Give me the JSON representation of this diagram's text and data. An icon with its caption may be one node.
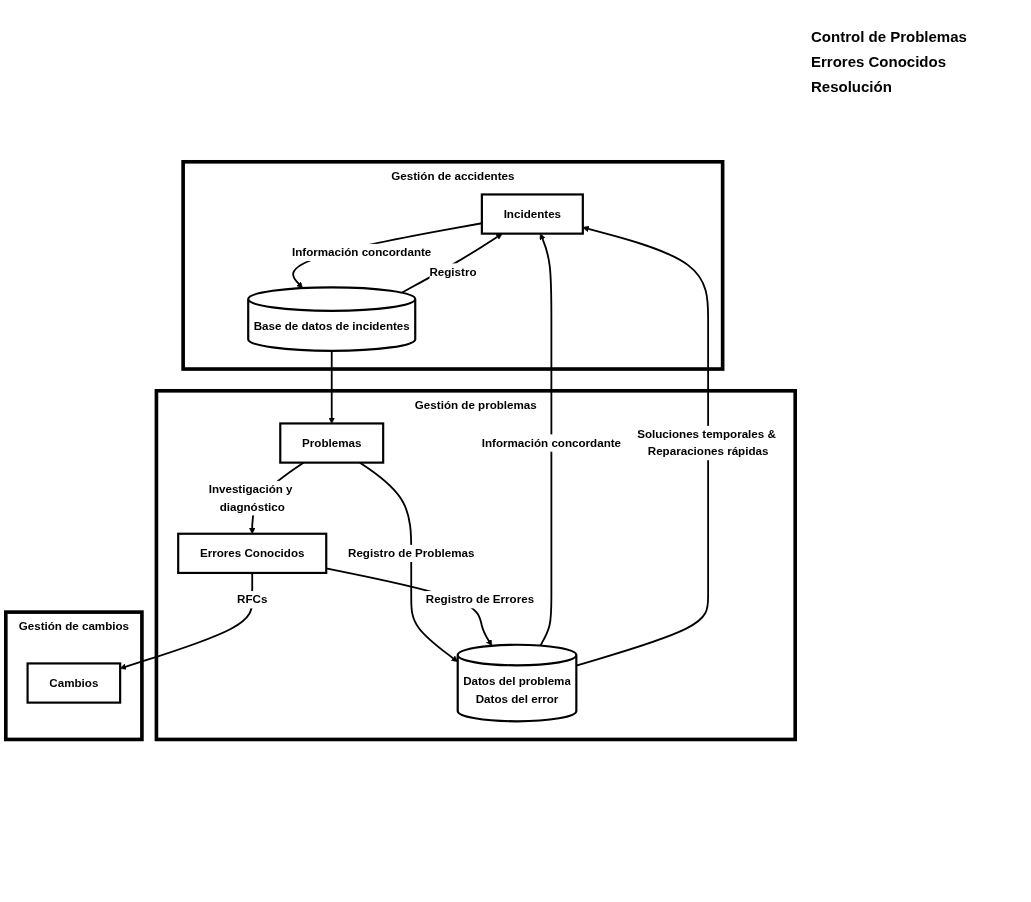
{
  "diagram": {
    "nodes": [
      {
        "text": [
          "Gestión de accidentes"
        ]
      },
      {
        "text": [
          "Incidentes"
        ],
        "in": 0
      },
      {
        "text": [
          "Base de datos de incidentes"
        ],
        "in": 0
      },
      {
        "text": [
          "Gestión de problemas"
        ]
      },
      {
        "text": [
          "Datos del problema",
          "Datos del error"
        ],
        "in": 3,
        "beside": [
          "Control de Problemas",
          "Errores Conocidos"
        ]
      },
      {
        "text": [
          "Problemas"
        ],
        "in": 3
      },
      {
        "text": [
          "Errores Conocidos"
        ],
        "in": 3
      },
      {
        "text": [
          "Gestión de cambios"
        ]
      },
      {
        "text": [
          "Cambios"
        ],
        "in": 7
      }
    ],
    "edges": [
      {
        "from": 2,
        "to": 1,
        "arrow": "to",
        "label": "Registro"
      },
      {
        "from": 1,
        "to": 2,
        "arrow": "to",
        "label": "Información concordante"
      },
      {
        "from": 2,
        "to": 5,
        "arrow": "to"
      },
      {
        "from": 5,
        "to": 4,
        "arrow": "to",
        "label": "Registro de Problemas"
      },
      {
        "from": 5,
        "to": 6,
        "arrow": "to",
        "label": "Investigación y diagnóstico"
      },
      {
        "from": 6,
        "to": 4,
        "arrow": "to",
        "label": "Registro de Errores"
      },
      {
        "from": 4,
        "to": 1,
        "arrow": "to",
        "label": "Información concordante"
      },
      {
        "from": 4,
        "to": 1,
        "arrow": "to",
        "label": "Soluciones temporales & Reparaciones rápidas"
      },
      {
        "from": 6,
        "to": 8,
        "arrow": "to",
        "label": "RFCs"
      }
    ],
    "labels": [
      "Resolución"
    ]
  }
}
